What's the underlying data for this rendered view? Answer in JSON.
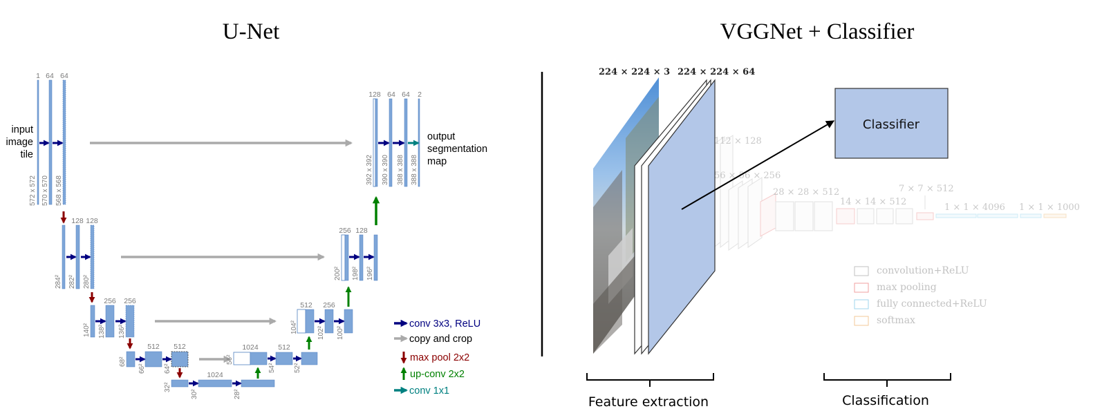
{
  "titles": {
    "left": "U-Net",
    "right": "VGGNet + Classifier"
  },
  "unet": {
    "input_label": [
      "input",
      "image",
      "tile"
    ],
    "output_label": [
      "output",
      "segmentation",
      "map"
    ],
    "channels": {
      "l1": [
        "1",
        "64",
        "64"
      ],
      "l2": [
        "128",
        "128"
      ],
      "l3": [
        "256",
        "256"
      ],
      "l4": [
        "512",
        "512"
      ],
      "l5": [
        "1024"
      ],
      "u4": [
        "1024",
        "512"
      ],
      "u3": [
        "512",
        "256"
      ],
      "u2": [
        "256",
        "128"
      ],
      "u1": [
        "128",
        "64",
        "64",
        "2"
      ],
      "b512": "512"
    },
    "sizes": {
      "l1": [
        "572 x 572",
        "570 x 570",
        "568 x 568"
      ],
      "l2": [
        "284²",
        "282²",
        "280²"
      ],
      "l3": [
        "140²",
        "138²",
        "136²"
      ],
      "l4": [
        "68²",
        "66²",
        "64²"
      ],
      "l5": [
        "32²",
        "30²",
        "28²"
      ],
      "u4": [
        "56²",
        "54²",
        "52²"
      ],
      "u3": [
        "104²",
        "102²",
        "100²"
      ],
      "u2": [
        "200²",
        "198²",
        "196²"
      ],
      "u1": [
        "392 x 392",
        "390 x 390",
        "388 x 388",
        "388 x 388"
      ]
    },
    "legend": [
      {
        "label": "conv 3x3, ReLU",
        "color": "#000080",
        "icon": "arrow-right-icon"
      },
      {
        "label": "copy and crop",
        "color": "#aaaaaa",
        "icon": "arrow-right-icon"
      },
      {
        "label": "max pool 2x2",
        "color": "#8b0000",
        "icon": "arrow-down-icon"
      },
      {
        "label": "up-conv 2x2",
        "color": "#008000",
        "icon": "arrow-up-icon"
      },
      {
        "label": "conv 1x1",
        "color": "#008080",
        "icon": "arrow-right-icon"
      }
    ],
    "colors": {
      "block": "#7ea6d8",
      "block_border": "#4f7fbf"
    }
  },
  "vgg": {
    "dims": {
      "input": "224 × 224 × 3",
      "conv1": "224 × 224 × 64",
      "conv2": "112 × 128",
      "conv3": "56 × 56 × 256",
      "conv4": "28 × 28 × 512",
      "conv5": "14 × 14 × 512",
      "pool5": "7 × 7 × 512",
      "fc1": "1 × 1 × 4096",
      "fc2": "1 × 1 × 1000"
    },
    "legend": [
      {
        "label": "convolution+ReLU",
        "color": "#9a9a9a"
      },
      {
        "label": "max pooling",
        "color": "#f2a0a0"
      },
      {
        "label": "fully connected+ReLU",
        "color": "#9fd6ee"
      },
      {
        "label": "softmax",
        "color": "#f3c99a"
      }
    ],
    "classifier_label": "Classifier",
    "brackets": {
      "left": "Feature extraction",
      "right": "Classification"
    },
    "colors": {
      "feature_map": "#b3c7e8",
      "classifier_box": "#b3c7e8"
    }
  }
}
